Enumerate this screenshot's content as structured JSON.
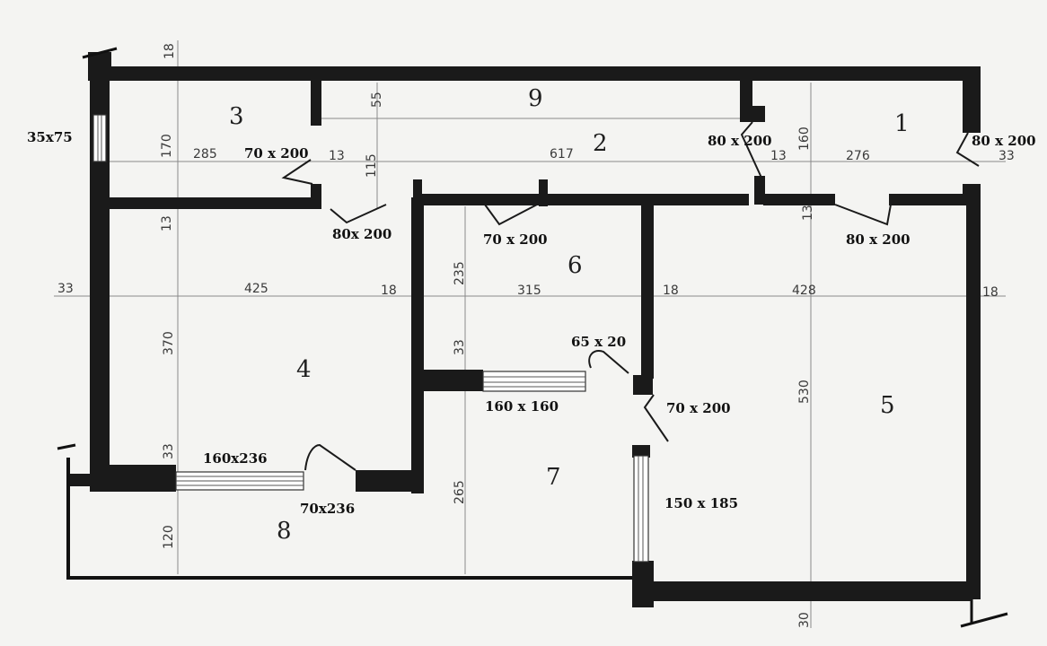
{
  "rooms": [
    "1",
    "2",
    "3",
    "4",
    "5",
    "6",
    "7",
    "8",
    "9"
  ],
  "openings": {
    "win_3": "35x75",
    "door_3": "70 x 200",
    "door_2_right": "80 x 200",
    "door_1": "80 x 200",
    "door_4": "80x 200",
    "door_6": "70 x 200",
    "door_5": "80 x 200",
    "door_7": "65 x 20",
    "win_6": "160 x 160",
    "door_57": "70 x 200",
    "win_4": "160x236",
    "door_8": "70x236",
    "win_5": "150 x 185"
  },
  "dims": {
    "top_wall": "18",
    "h_170": "170",
    "h_55": "55",
    "h_115": "115",
    "h_160": "160",
    "w_285": "285",
    "w_13a": "13",
    "w_617": "617",
    "w_13b": "13",
    "w_276": "276",
    "w_33r": "33",
    "h_13a": "13",
    "h_13b": "13",
    "left_33": "33",
    "w_425": "425",
    "w_18a": "18",
    "w_315": "315",
    "w_18b": "18",
    "w_428": "428",
    "w_18r": "18",
    "h_235": "235",
    "h_370": "370",
    "h_33a": "33",
    "h_530": "530",
    "h_33b": "33",
    "h_265": "265",
    "h_120": "120",
    "bottom_30": "30"
  }
}
